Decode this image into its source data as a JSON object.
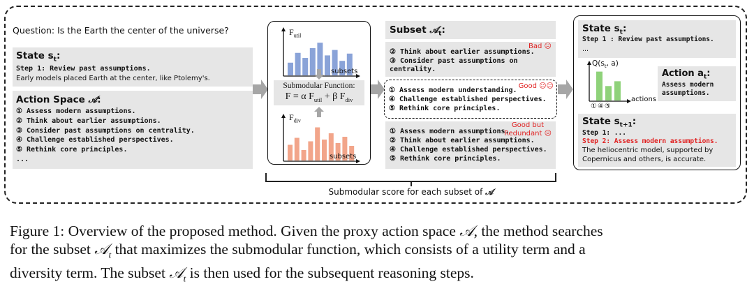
{
  "left_panel": {
    "question": "Question: Is the Earth the center of the universe?",
    "state_title": "State s",
    "state_sub": "t",
    "state_colon": ":",
    "state_step": "Step 1: Review past assumptions.",
    "state_note": "Early models placed Earth at the center, like Ptolemy's.",
    "action_title": "Action Space ",
    "action_symbol": "𝒜",
    "action_colon": ":",
    "actions": [
      "① Assess modern assumptions.",
      "② Think about earlier assumptions.",
      "③ Consider past assumptions on centrality.",
      "④ Challenge established perspectives.",
      "⑤ Rethink core principles."
    ],
    "ellipsis": "..."
  },
  "middle_panel": {
    "futil_label": "F",
    "futil_sub": "util",
    "subsets_label_top": "subsets",
    "submod_title": "Submodular Function:",
    "submod_formula": "F = α F",
    "formula_util": "util",
    "formula_mid": " + β F",
    "formula_div": "div",
    "fdiv_label": "F",
    "fdiv_sub": "div",
    "subsets_label_bottom": "subsets"
  },
  "chart_data": [
    {
      "type": "bar",
      "title": "",
      "ylabel": "Futil",
      "xlabel": "subsets",
      "values": [
        0.35,
        0.62,
        0.48,
        0.75,
        0.9,
        0.55,
        0.7,
        0.4,
        0.6
      ],
      "color": "#8aa3d8"
    },
    {
      "type": "bar",
      "title": "",
      "ylabel": "Fdiv",
      "xlabel": "subsets",
      "values": [
        0.45,
        0.65,
        0.3,
        0.55,
        0.95,
        0.6,
        0.78,
        0.5,
        0.68,
        0.42
      ],
      "color": "#f2a58a"
    },
    {
      "type": "bar",
      "title": "",
      "ylabel": "Q(st, a)",
      "xlabel": "actions",
      "categories": [
        "①",
        "④",
        "⑤"
      ],
      "values": [
        0.9,
        0.45,
        0.6
      ],
      "color": "#8fd27a"
    }
  ],
  "subsets_panel": {
    "subset_title": "Subset ",
    "subset_symbol": "𝒜",
    "subset_sub": "t",
    "subset_colon": ":",
    "bad_label": "Bad ☹",
    "bad_items": [
      "② Think about earlier assumptions.",
      "③ Consider past assumptions on",
      "centrality."
    ],
    "good_label": "Good ☺☺",
    "good_items": [
      "① Assess modern understanding.",
      "④ Challenge established perspectives.",
      "⑤ Rethink core principles."
    ],
    "redundant_label_1": "Good but",
    "redundant_label_2": "Redundant ☹",
    "redundant_items": [
      "① Assess modern assumptions.",
      "② Think about earlier assumptions.",
      "④ Challenge established perspectives.",
      "⑤ Rethink core principles."
    ]
  },
  "bracket_label": "Submodular score for each subset of ",
  "bracket_symbol": "𝒜",
  "right_panel": {
    "state_title": "State s",
    "state_sub": "t",
    "state_colon": ":",
    "state_step": "Step 1 : Review past assumptions.",
    "state_ellipsis": "...",
    "q_label": "Q(s",
    "q_sub": "t",
    "q_rest": ", a)",
    "actions_label": "actions",
    "action_ticks": "①④⑤",
    "action_title": "Action a",
    "action_sub": "t",
    "action_colon": ":",
    "action_text_1": "Assess modern",
    "action_text_2": "assumptions.",
    "next_title": "State s",
    "next_sub": "t+1",
    "next_colon": ":",
    "next_step1": "Step 1: ...",
    "next_step2": "Step 2: Assess modern assumptions.",
    "next_note_1": "The heliocentric model, supported by",
    "next_note_2": "Copernicus and others, is accurate."
  },
  "caption": {
    "line1_a": "Figure 1: Overview of the proposed method. Given the proxy action space ",
    "line1_sym": "𝒜",
    "line1_b": ", the method searches",
    "line2_a": "for the subset ",
    "line2_sym": "𝒜",
    "line2_sub": "t",
    "line2_b": " that maximizes the submodular function, which consists of a utility term and a",
    "line3_a": "diversity term. The subset ",
    "line3_sym": "𝒜",
    "line3_sub": "t",
    "line3_b": " is then used for the subsequent reasoning steps."
  },
  "colors": {
    "util_bars": "#8aa3d8",
    "div_bars": "#f2a58a",
    "q_bars": "#8fd27a",
    "panel_gray": "#e6e6e6",
    "highlight_red": "#e02020",
    "arrow_gray": "#a6a6a6"
  }
}
